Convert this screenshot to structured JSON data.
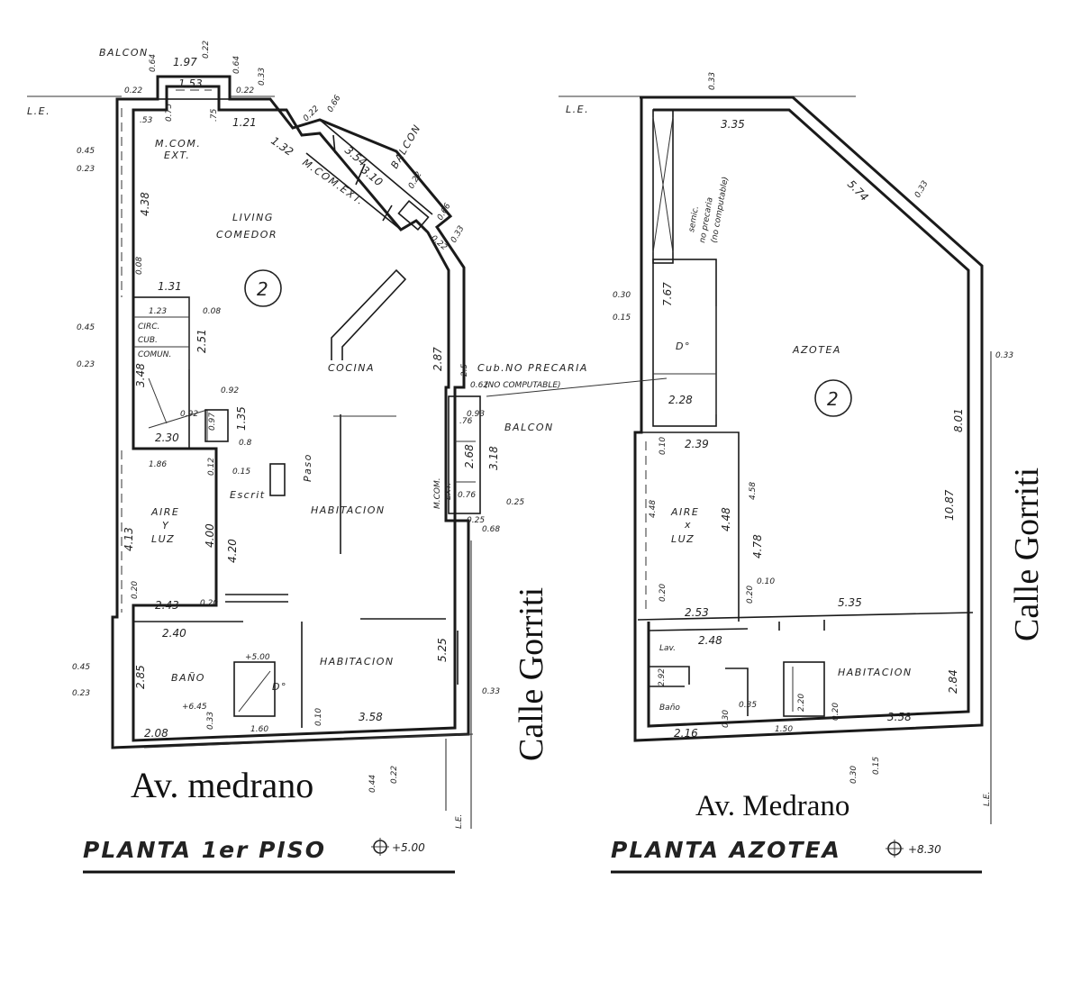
{
  "labels": {
    "balcon_top": "BALCON",
    "le": "L.E.",
    "mcom_ext_1": "M.COM.",
    "mcom_ext_1b": "EXT.",
    "mcom_ext_2": "M.COM.EXT.",
    "balcon_diag": "BALCON",
    "living": "LIVING",
    "comedor": "COMEDOR",
    "unit_1": "2",
    "circ": "CIRC.",
    "cub": "CUB.",
    "comun": "COMUN.",
    "cocina": "COCINA",
    "cub_no_precaria": "Cub.NO PRECARIA",
    "no_computable": "(NO COMPUTABLE)",
    "balcon_right": "BALCON",
    "paso": "Paso",
    "escrit": "Escrit",
    "habitacion_1": "HABITACION",
    "mcom_ext_3": "M.COM.",
    "mcom_ext_3b": "EXT.",
    "aire_1": "AIRE",
    "y_1": "Y",
    "luz_1": "LUZ",
    "habitacion_2": "HABITACION",
    "bano_1": "BAÑO",
    "dormitorio_1": "D°",
    "calle_gorriti_1": "Calle Gorriti",
    "av_medrano_1": "Av. medrano",
    "planta_1": "PLANTA 1er PISO",
    "level_1": "+5.00",
    "le_2": "L.E.",
    "semic": "semic.",
    "no_precaria": "no precaria",
    "no_computable_2": "(no computable)",
    "azotea": "AZOTEA",
    "unit_2": "2",
    "dormitorio_2": "D°",
    "aire_2": "AIRE",
    "x_2": "x",
    "luz_2": "LUZ",
    "lav": "Lav.",
    "bano_2": "Baño",
    "habitacion_3": "HABITACION",
    "calle_gorriti_2": "Calle Gorriti",
    "av_medrano_2": "Av. Medrano",
    "planta_2": "PLANTA AZOTEA",
    "level_2": "+8.30",
    "le_3": "L.E."
  },
  "dimensions": {
    "d1_97": "1.97",
    "d1_53": "1.53",
    "d0_22a": "0.22",
    "d0_22b": "0.22",
    "d0_64a": "0.64",
    "d0_64b": "0.64",
    "d0_33a": "0.33",
    "d_53": ".53",
    "d0_75a": "0.75",
    "d0_75b": ".75",
    "d1_21": "1.21",
    "d1_32": "1.32",
    "d0_22c": "0.22",
    "d0_66a": "0.66",
    "d3_54": "3.54",
    "d3_10": "3.10",
    "d0_22d": "0.22",
    "d0_66b": "0.66",
    "d0_22e": "0.22",
    "d0_33b": "0.33",
    "d0_45a": "0.45",
    "d0_23a": "0.23",
    "d4_38": "4.38",
    "d1_31": "1.31",
    "d0_08a": "0.08",
    "d1_23": "1.23",
    "d0_08b": "0.08",
    "d0_45b": "0.45",
    "d2_51": "2.51",
    "d0_23b": "0.23",
    "d3_48": "3.48",
    "d2_87": "2.87",
    "d0_92a": "0.92",
    "d0_92b": "0.92",
    "d1_35": "1.35",
    "d0_97": "0.97",
    "d2_30": "2.30",
    "d0_8": "0.8",
    "d2_5": "2.5",
    "d0_62": "0.62",
    "d0_93": "0.93",
    "d0_76a": ".76",
    "d2_68": "2.68",
    "d3_18": "3.18",
    "d1_86": "1.86",
    "d0_12": "0.12",
    "d0_15": "0.15",
    "d0_76b": "0.76",
    "d0_25a": "0.25",
    "d4_13": "4.13",
    "d4_00": "4.00",
    "d4_20": "4.20",
    "d0_25b": "0.25",
    "d0_68": "0.68",
    "d0_20a": "0.20",
    "d2_43": "2.43",
    "d0_20b": "0.20",
    "d2_40": "2.40",
    "d5_25": "5.25",
    "d5_00": "+5.00",
    "d0_45c": "0.45",
    "d0_23c": "0.23",
    "d2_85": "2.85",
    "d6_45": "+6.45",
    "d0_33c": "0.33",
    "d2_08": "2.08",
    "d1_60": "1.60",
    "d0_10": "0.10",
    "d3_58a": "3.58",
    "d0_44": "0.44",
    "d0_22f": "0.22",
    "d0_33d": "0.33",
    "e3_35": "3.35",
    "e0_33a": "0.33",
    "e5_74": "5.74",
    "e0_33b": "0.33",
    "e0_30a": "0.30",
    "e0_15a": "0.15",
    "e7_67": "7.67",
    "e2_28": "2.28",
    "e0_33c": "0.33",
    "e8_01": "8.01",
    "e10_87": "10.87",
    "e2_39": "2.39",
    "e0_10a": "0.10",
    "e4_48": "4.48",
    "e4_58": "4.58",
    "e4_78": "4.78",
    "e4_48b": "4.48",
    "e0_10b": "0.10",
    "e0_20a": "0.20",
    "e2_53": "2.53",
    "e0_20b": "0.20",
    "e5_35": "5.35",
    "e2_48": "2.48",
    "e2_92": "2.92",
    "e2_84": "2.84",
    "e2_16": "2.16",
    "e0_30b": "0.30",
    "e0_35": "0.35",
    "e1_50": "1.50",
    "e0_20c": "0.20",
    "e2_20": "2.20",
    "e3_58": "3.58",
    "e0_30c": "0.30",
    "e0_15b": "0.15"
  }
}
